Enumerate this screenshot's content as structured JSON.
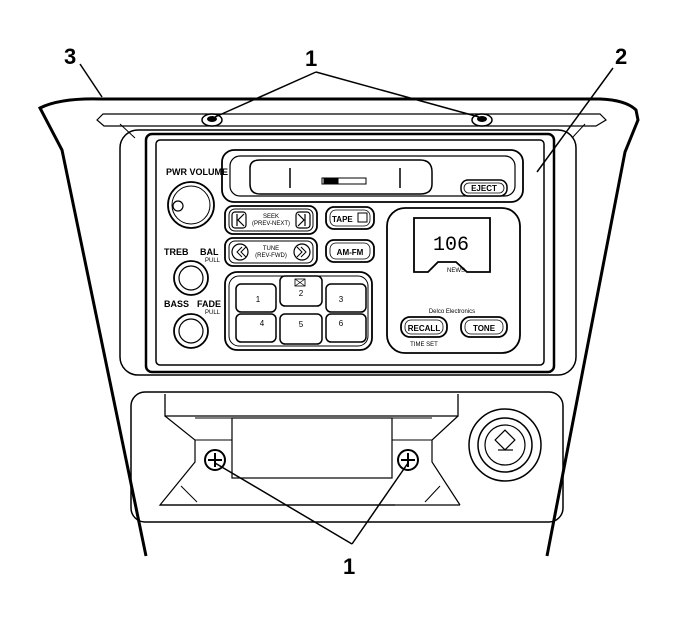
{
  "callouts": {
    "top": "1",
    "bottom": "1",
    "radio_bezel": "2",
    "trim_panel": "3"
  },
  "radio": {
    "pwr_volume": "PWR  VOLUME",
    "treb": "TREB",
    "bal": "BAL",
    "bal_sub": "PULL",
    "bass": "BASS",
    "fade": "FADE",
    "fade_sub": "PULL",
    "seek_top": "SEEK",
    "seek_bottom": "(PREV-NEXT)",
    "tune_top": "TUNE",
    "tune_bottom": "(REV-FWD)",
    "tape": "TAPE",
    "am_fm": "AM-FM",
    "eject": "EJECT",
    "display_value": "106",
    "news": "NEWS",
    "brand": "Delco Electronics",
    "recall": "RECALL",
    "time_set": "TIME SET",
    "tone": "TONE",
    "presets": [
      "1",
      "2",
      "3",
      "4",
      "5",
      "6"
    ]
  }
}
